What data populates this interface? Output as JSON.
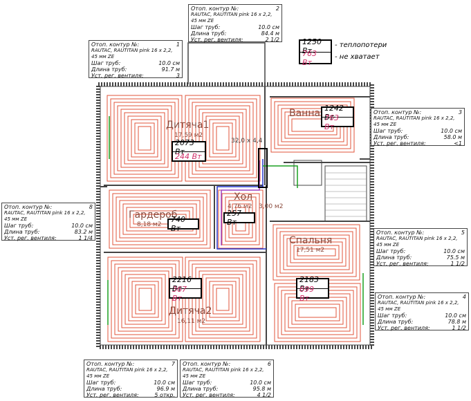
{
  "legend": {
    "heat_loss_value": "1250 Вт",
    "heat_loss_text": "- теплопотери",
    "deficit_value": "763 Вт",
    "deficit_text": "- не хватает",
    "deficit_color": "#d0306a"
  },
  "circuit_label": "Отоп. контур №:",
  "pipe_step_label": "Шаг труб:",
  "pipe_length_label": "Длина труб:",
  "valve_label": "Уст. рег. вентиля:",
  "pipe_spec": "RAUTAC, RAUTITAN pink 16 x 2,2, 45 мм ZE",
  "circuits": [
    {
      "id": "1",
      "step": "10.0 см",
      "length": "91.7 м",
      "valve": "3"
    },
    {
      "id": "2",
      "step": "10.0 см",
      "length": "84.4 м",
      "valve": "2 1/2"
    },
    {
      "id": "3",
      "step": "10.0 см",
      "length": "58.0 м",
      "valve": "<1"
    },
    {
      "id": "8",
      "step": "10.0 см",
      "length": "83.2 м",
      "valve": "1 1/4"
    },
    {
      "id": "5",
      "step": "10.0 см",
      "length": "75.5 м",
      "valve": "1 1/2"
    },
    {
      "id": "4",
      "step": "10.0 см",
      "length": "78.8 м",
      "valve": "1 1/2"
    },
    {
      "id": "7",
      "step": "10.0 см",
      "length": "96.9 м",
      "valve": "5 откр."
    },
    {
      "id": "6",
      "step": "10.0 см",
      "length": "95.8 м",
      "valve": "4 1/2"
    }
  ],
  "rooms": [
    {
      "name": "Дитяча1",
      "area": "17,59 м2",
      "loss": "2073 Вт",
      "deficit": "244 Вт"
    },
    {
      "name": "Ванна",
      "area": "",
      "loss": "1242 Вт",
      "deficit": "763 Вт"
    },
    {
      "name": "Гардероб",
      "area": "8,18 м2",
      "loss": "740 Вт",
      "deficit": ""
    },
    {
      "name": "Хол",
      "area": "4,76 м2",
      "loss": "257 Вт",
      "deficit": ""
    },
    {
      "name": "Спальня",
      "area": "17,51 м2",
      "loss": "2183 Вт",
      "deficit": "699 Вт"
    },
    {
      "name": "Дитяча2",
      "area": "16,11 м2",
      "loss": "2216 Вт",
      "deficit": "367 Вт"
    }
  ],
  "misc": {
    "hall_area2": "3,00 м2",
    "dimension": "32,0 x 4,4"
  },
  "colors": {
    "pipe": "#e0533a",
    "wall": "#444444",
    "supply": "#2233cc",
    "return": "#a040c0",
    "green": "#1aa020"
  }
}
